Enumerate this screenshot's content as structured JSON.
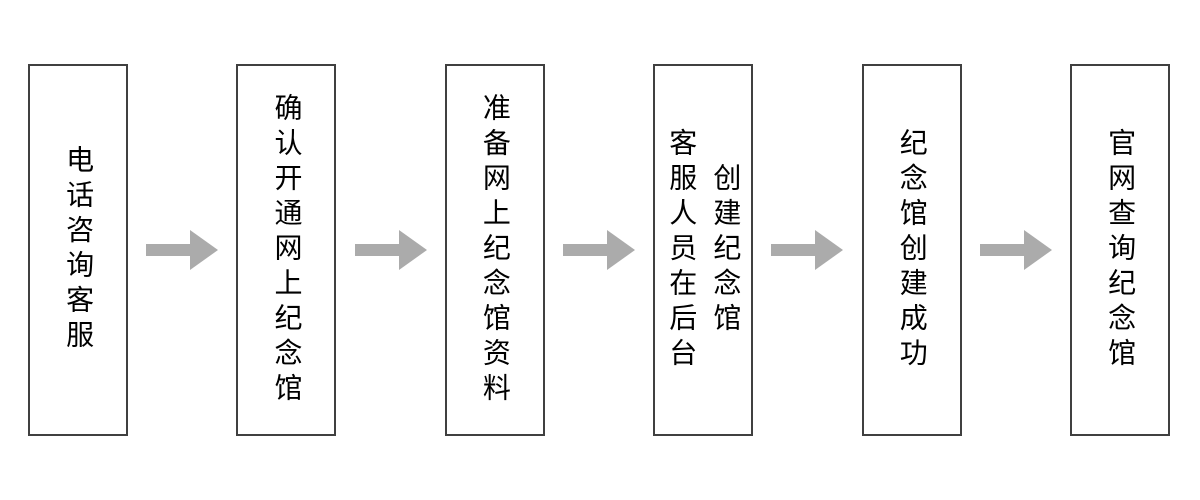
{
  "diagram": {
    "type": "flowchart",
    "direction": "left-to-right",
    "background_color": "#ffffff",
    "box_border_color": "#404040",
    "box_fill_color": "#ffffff",
    "text_color": "#000000",
    "arrow_color": "#ababab",
    "arrow_icon": "right-arrow",
    "text_orientation": "vertical",
    "steps": [
      {
        "lines": [
          "电话咨询客服"
        ]
      },
      {
        "lines": [
          "确认开通网上纪念馆"
        ]
      },
      {
        "lines": [
          "准备网上纪念馆资料"
        ]
      },
      {
        "lines": [
          "客服人员在后台",
          "创建纪念馆"
        ]
      },
      {
        "lines": [
          "纪念馆创建成功"
        ]
      },
      {
        "lines": [
          "官网查询纪念馆"
        ]
      }
    ]
  }
}
